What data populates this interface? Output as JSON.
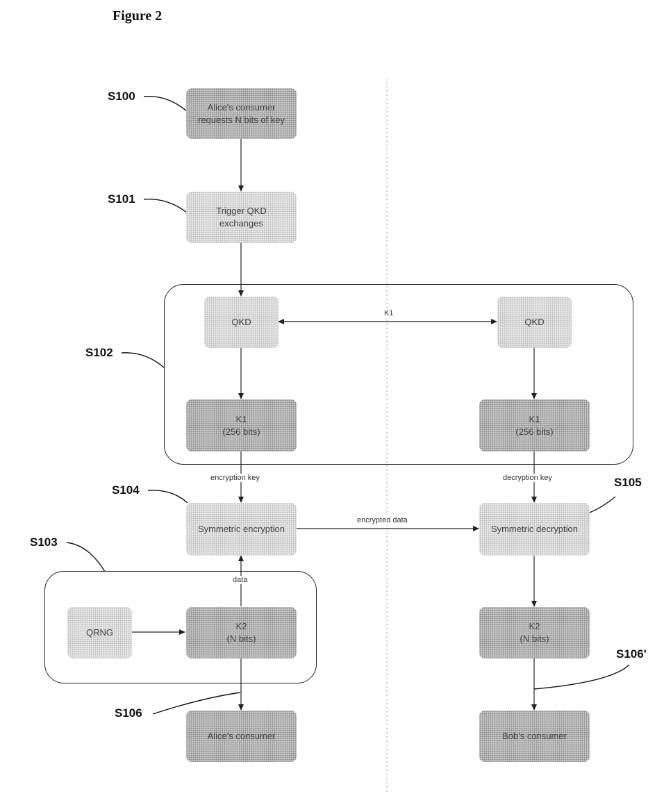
{
  "figure_title": "Figure 2",
  "nodes": {
    "alice_request": "Alice's consumer\nrequests N bits of key",
    "trigger_qkd": "Trigger QKD\nexchanges",
    "qkd_left": "QKD",
    "qkd_right": "QKD",
    "k1_left": "K1\n(256 bits)",
    "k1_right": "K1\n(256 bits)",
    "sym_encryption": "Symmetric encryption",
    "sym_decryption": "Symmetric decryption",
    "qrng": "QRNG",
    "k2_left": "K2\n(N bits)",
    "k2_right": "K2\n(N bits)",
    "alice_consumer": "Alice's consumer",
    "bob_consumer": "Bob's consumer"
  },
  "edge_labels": {
    "k1_exchange": "K1",
    "encryption_key": "encryption key",
    "decryption_key": "decryption key",
    "encrypted_data": "encrypted data",
    "data": "data"
  },
  "steps": {
    "s100": "S100",
    "s101": "S101",
    "s102": "S102",
    "s103": "S103",
    "s104": "S104",
    "s105": "S105",
    "s106": "S106",
    "s106p": "S106'"
  }
}
